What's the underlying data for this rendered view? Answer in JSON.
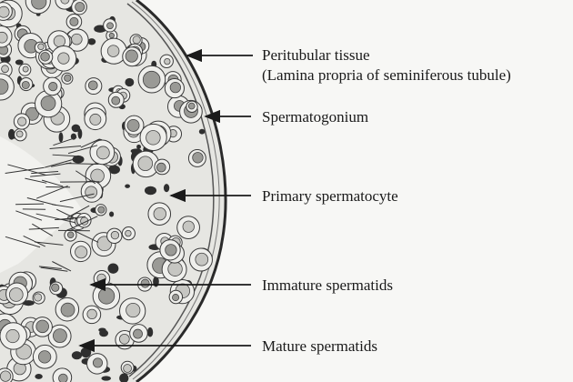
{
  "labels": {
    "peritubular": "Peritubular tissue",
    "lamina_propria": "(Lamina propria of seminiferous tubule)",
    "spermatogonium": "Spermatogonium",
    "primary_spermatocyte": "Primary spermatocyte",
    "immature_spermatids": "Immature spermatids",
    "mature_spermatids": "Mature spermatids"
  },
  "colors": {
    "background": "#f7f7f5",
    "ink": "#1a1a1a",
    "tissue_fill": "#e6e6e2"
  }
}
